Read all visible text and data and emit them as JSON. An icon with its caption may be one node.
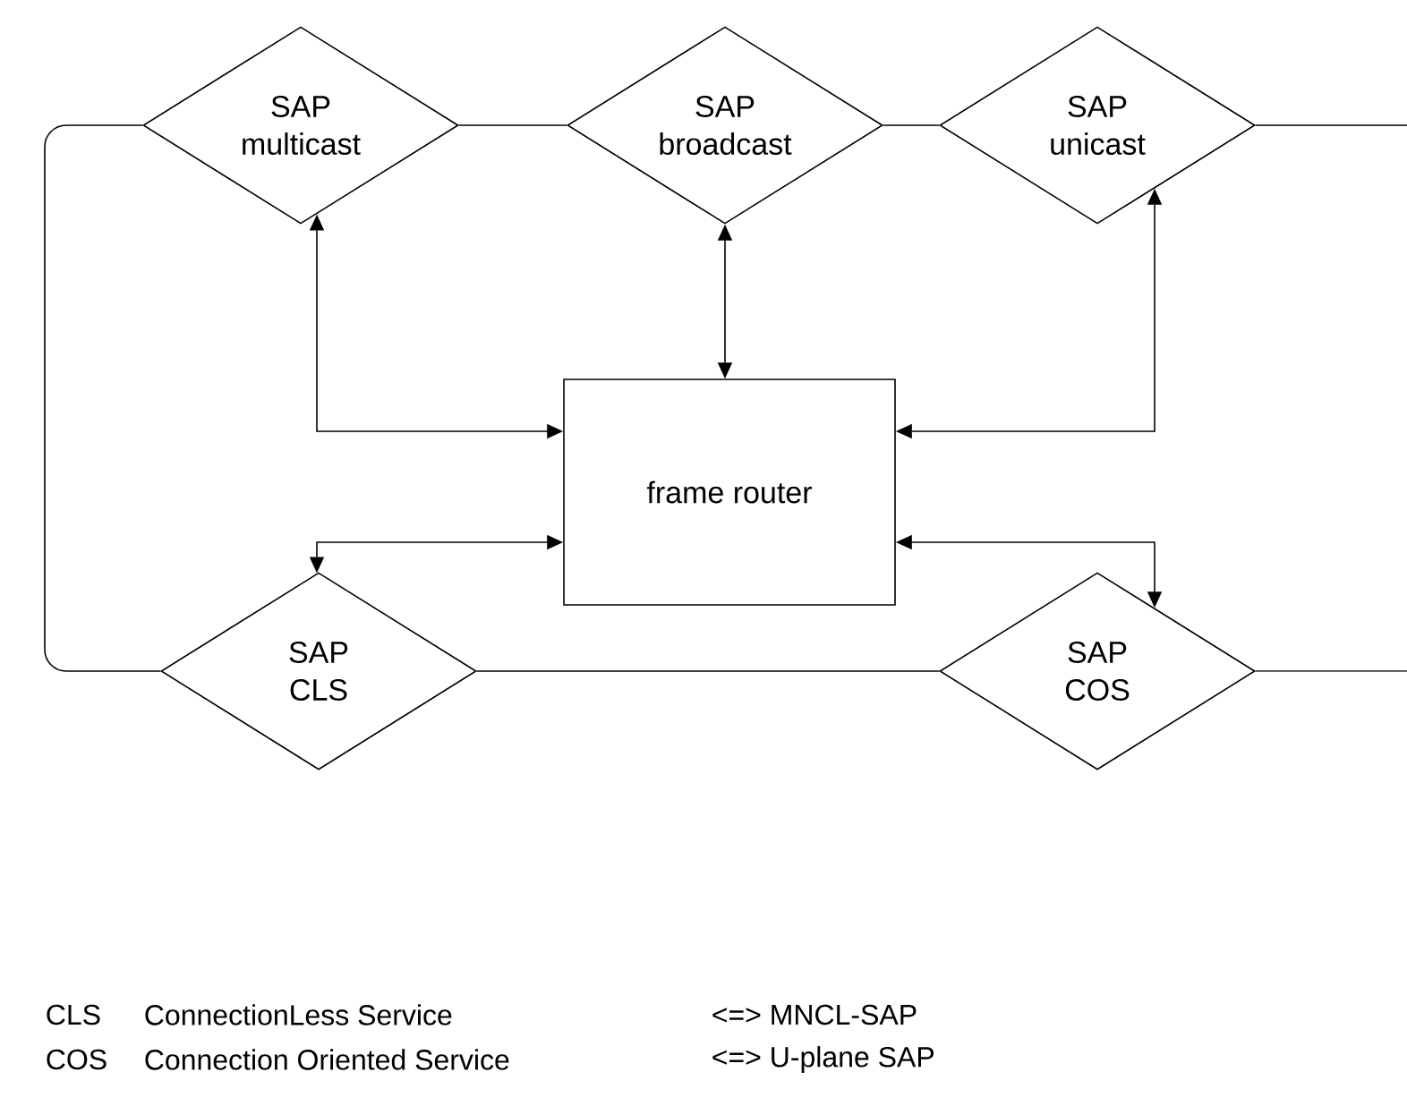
{
  "diagram": {
    "nodes": [
      {
        "text": [
          "SAP multicast"
        ]
      },
      {
        "text": [
          "SAP broadcast"
        ]
      },
      {
        "text": [
          "SAP unicast"
        ]
      },
      {
        "text": [
          "frame router"
        ]
      },
      {
        "text": [
          "SAP CLS"
        ]
      },
      {
        "text": [
          "SAP COS"
        ]
      }
    ],
    "edges": [
      {
        "from": 0,
        "to": 1,
        "arrow": "none"
      },
      {
        "from": 1,
        "to": 2,
        "arrow": "none"
      },
      {
        "from": 2,
        "to": null,
        "arrow": "none"
      },
      {
        "from": 0,
        "to": 4,
        "arrow": "none"
      },
      {
        "from": 4,
        "to": 5,
        "arrow": "none"
      },
      {
        "from": 5,
        "to": null,
        "arrow": "none"
      },
      {
        "from": 0,
        "to": 3,
        "arrow": "both"
      },
      {
        "from": 1,
        "to": 3,
        "arrow": "both"
      },
      {
        "from": 2,
        "to": 3,
        "arrow": "both"
      },
      {
        "from": 4,
        "to": 3,
        "arrow": "both"
      },
      {
        "from": 5,
        "to": 3,
        "arrow": "both"
      }
    ],
    "labels": [
      "CLS",
      "ConnectionLess Service",
      "<=> MNCL-SAP",
      "COS",
      "Connection Oriented Service",
      "<=> U-plane SAP"
    ]
  }
}
